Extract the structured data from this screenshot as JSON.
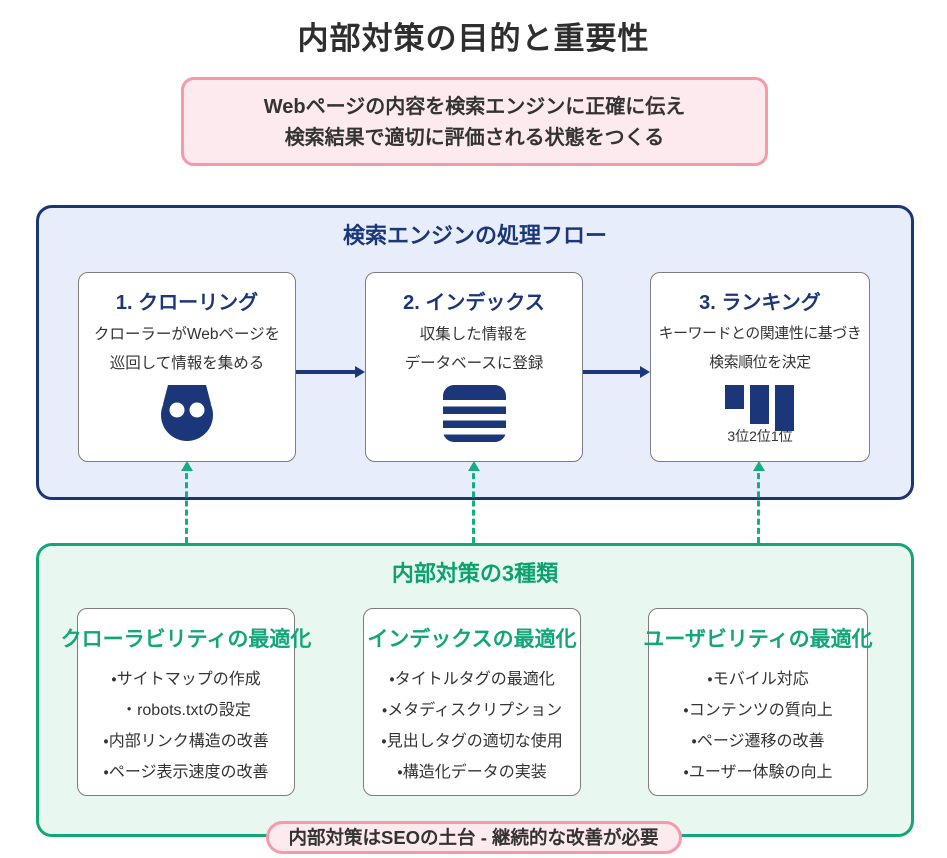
{
  "page": {
    "title": "内部対策の目的と重要性"
  },
  "intro_box": {
    "line1": "Webページの内容を検索エンジンに正確に伝え",
    "line2": "検索結果で適切に評価される状態をつくる"
  },
  "flow_section": {
    "title": "検索エンジンの処理フロー",
    "steps": [
      {
        "title": "1. クローリング",
        "desc_line1": "クローラーがWebページを",
        "desc_line2": "巡回して情報を集める",
        "icon": "robot-crawler-icon"
      },
      {
        "title": "2. インデックス",
        "desc_line1": "収集した情報を",
        "desc_line2": "データベースに登録",
        "icon": "database-icon"
      },
      {
        "title": "3. ランキング",
        "desc_line1": "キーワードとの関連性に基づき",
        "desc_line2": "検索順位を決定",
        "icon": "ranking-bars-icon",
        "rank_labels": "3位2位1位"
      }
    ]
  },
  "measures_section": {
    "title": "内部対策の3種類",
    "groups": [
      {
        "title": "クローラビリティの最適化",
        "items": [
          "・サイトマップの作成",
          "・robots.txtの設定",
          "・内部リンク構造の改善",
          "・ページ表示速度の改善"
        ]
      },
      {
        "title": "インデックスの最適化",
        "items": [
          "・タイトルタグの最適化",
          "・メタディスクリプション",
          "・見出しタグの適切な使用",
          "・構造化データの実装"
        ]
      },
      {
        "title": "ユーザビリティの最適化",
        "items": [
          "・モバイル対応",
          "・コンテンツの質向上",
          "・ページ遷移の改善",
          "・ユーザー体験の向上"
        ]
      }
    ]
  },
  "footer_badge": {
    "label": "内部対策はSEOの土台 - 継続的な改善が必要"
  },
  "colors": {
    "navy": "#1b3779",
    "flow_panel_bg": "#e8edfb",
    "green_accent": "#12a678",
    "measures_panel_bg": "#e9f7f1",
    "pink_border": "#f799a9",
    "pink_bg": "#fdeaee",
    "text_dark": "#333333"
  }
}
